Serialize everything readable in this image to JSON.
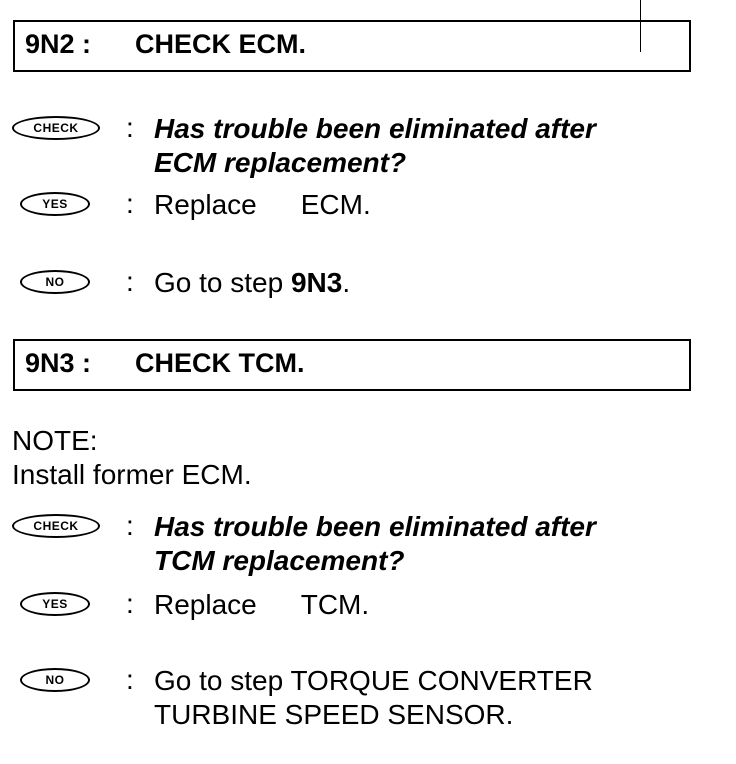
{
  "step1": {
    "number": "9N2 :",
    "title": "CHECK ECM.",
    "check_badge": "CHECK",
    "question_line1": "Has trouble been eliminated after",
    "question_line2": "ECM replacement?",
    "yes_badge": "YES",
    "yes_action_word": "Replace",
    "yes_action_target": "ECM.",
    "no_badge": "NO",
    "no_action_prefix": "Go to step ",
    "no_action_step": "9N3",
    "no_action_suffix": "."
  },
  "step2": {
    "number": "9N3 :",
    "title": "CHECK TCM.",
    "note_label": "NOTE:",
    "note_text": "Install former ECM.",
    "check_badge": "CHECK",
    "question_line1": "Has trouble been eliminated after",
    "question_line2": "TCM replacement?",
    "yes_badge": "YES",
    "yes_action_word": "Replace",
    "yes_action_target": "TCM.",
    "no_badge": "NO",
    "no_action_line1": "Go to step TORQUE CONVERTER",
    "no_action_line2": "TURBINE SPEED SENSOR."
  }
}
